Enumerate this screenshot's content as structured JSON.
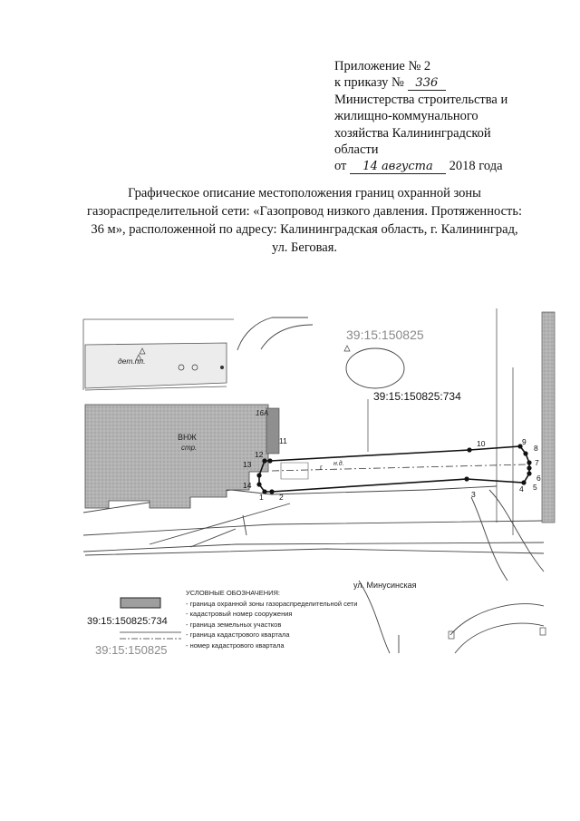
{
  "appendix": {
    "line1": "Приложение № 2",
    "line2_prefix": "к приказу №",
    "order_number_handwritten": "336",
    "line3": "Министерства строительства и",
    "line4": "жилищно-коммунального",
    "line5": "хозяйства Калининградской",
    "line6": "области",
    "date_prefix": "от",
    "date_handwritten": "14 августа",
    "date_suffix": "2018 года"
  },
  "title": {
    "line1": "Графическое описание местоположения границ охранной зоны",
    "line2": "газораспределительной сети: «Газопровод низкого давления. Протяженность:",
    "line3": "36 м», расположенной по адресу: Калининградская область, г. Калининград,",
    "line4": "ул. Беговая."
  },
  "map": {
    "quarter_number": "39:15:150825",
    "structure_number": "39:15:150825:734",
    "street_label": "ул. Минусинская",
    "labels": {
      "det_pl": "дет.пл.",
      "vnzh": "ВНЖ",
      "str": "стр.",
      "house_16a": "16А",
      "gas_line": "г",
      "gas_pipe_diameter": "н.д."
    },
    "point_numbers": [
      "1",
      "2",
      "3",
      "4",
      "5",
      "6",
      "7",
      "8",
      "9",
      "10",
      "11",
      "12",
      "13",
      "14"
    ]
  },
  "legend": {
    "header": "УСЛОВНЫЕ ОБОЗНАЧЕНИЯ:",
    "items": [
      "- граница охранной зоны газораспределительной сети",
      "- кадастровый номер сооружения",
      "- граница земельных участков",
      "- граница кадастрового квартала",
      "- номер кадастрового квартала"
    ],
    "structure_number_sample": "39:15:150825:734",
    "quarter_number_sample": "39:15:150825"
  },
  "colors": {
    "zone_boundary": "#111111",
    "building_fill": "#a9a9a9",
    "quarter_label": "#8a8a8a"
  }
}
